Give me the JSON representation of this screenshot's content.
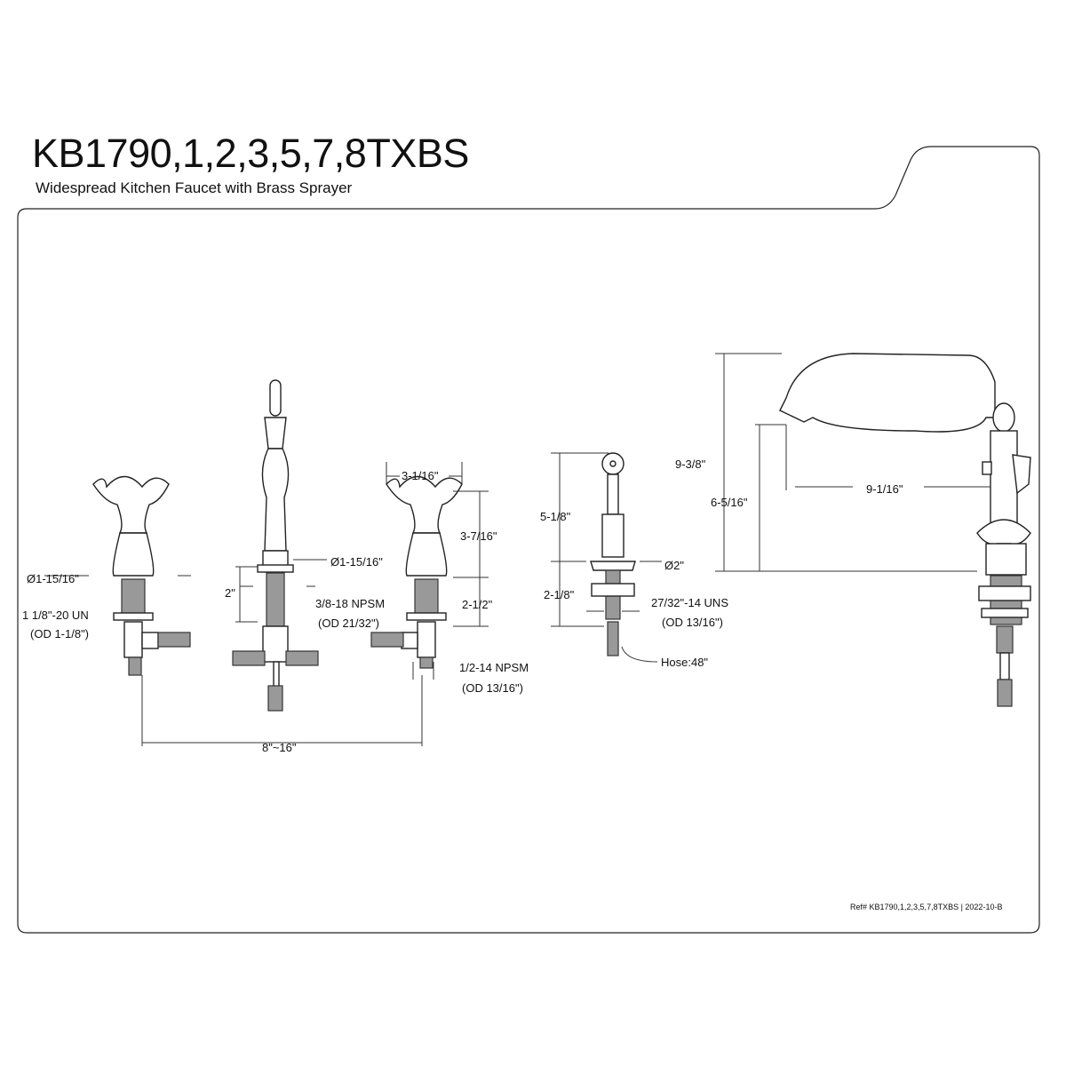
{
  "header": {
    "model": "KB1790,1,2,3,5,7,8TXBS",
    "description": "Widespread Kitchen Faucet with Brass Sprayer"
  },
  "dimensions": {
    "handle_diameter": "Ø1-15/16\"",
    "handle_thread": "1 1/8\"-20 UN",
    "handle_thread_od": "(OD 1-1/8\")",
    "spout_shank": "2\"",
    "spout_base_diameter": "Ø1-15/16\"",
    "spout_thread": "3/8-18 NPSM",
    "spout_thread_od": "(OD 21/32\")",
    "handle_width": "3-1/16\"",
    "handle_height": "3-7/16\"",
    "handle_shank": "2-1/2\"",
    "inlet_thread": "1/2-14 NPSM",
    "inlet_thread_od": "(OD 13/16\")",
    "spread": "8\"~16\"",
    "sprayer_height": "5-1/8\"",
    "sprayer_diameter": "Ø2\"",
    "sprayer_shank": "2-1/8\"",
    "sprayer_thread": "27/32\"-14 UNS",
    "sprayer_thread_od": "(OD 13/16\")",
    "hose": "Hose:48\"",
    "spout_height": "9-3/8\"",
    "spout_clearance": "6-5/16\"",
    "spout_reach": "9-1/16\""
  },
  "footer": {
    "ref": "Ref# KB1790,1,2,3,5,7,8TXBS | 2022-10-B"
  }
}
